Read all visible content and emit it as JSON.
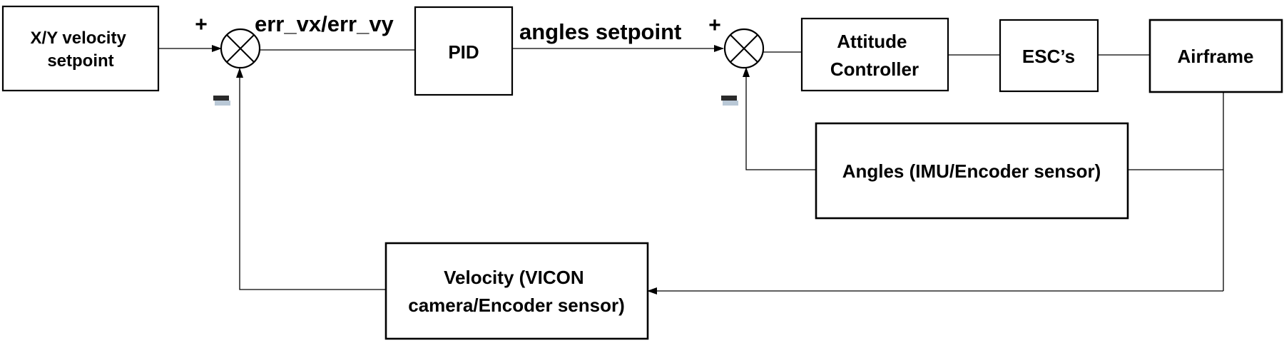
{
  "blocks": {
    "xy_setpoint": [
      "X/Y velocity",
      "setpoint"
    ],
    "pid": [
      "PID"
    ],
    "attitude_controller": [
      "Attitude",
      "Controller"
    ],
    "escs": [
      "ESC’s"
    ],
    "airframe": [
      "Airframe"
    ],
    "angles_sensor": [
      "Angles (IMU/Encoder sensor)"
    ],
    "velocity_sensor": [
      "Velocity (VICON",
      "camera/Encoder sensor)"
    ]
  },
  "signals": {
    "error": "err_vx/err_vy",
    "angles_setpoint": "angles setpoint"
  },
  "summing_junctions": {
    "outer": {
      "plus": "+",
      "minus": "−"
    },
    "inner": {
      "plus": "+",
      "minus": "−"
    }
  },
  "colors": {
    "line": "#000000",
    "minus_shadow": "#b9c8d6"
  }
}
